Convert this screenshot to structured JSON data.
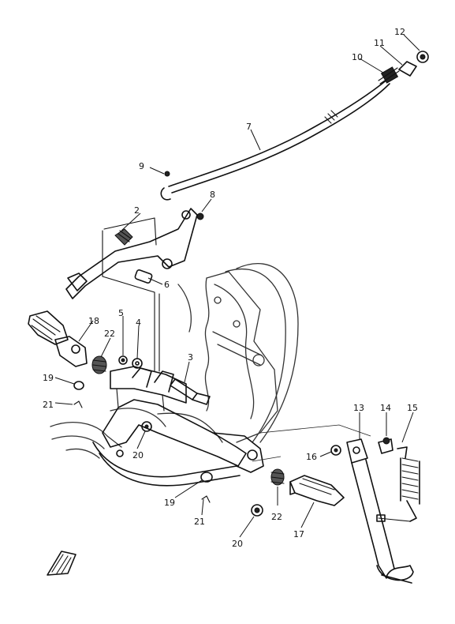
{
  "callouts": [
    {
      "id": "c1",
      "label": "12"
    },
    {
      "id": "c2",
      "label": "11"
    },
    {
      "id": "c3",
      "label": "10"
    },
    {
      "id": "c4",
      "label": "7"
    },
    {
      "id": "c5",
      "label": "9"
    },
    {
      "id": "c6",
      "label": "8"
    },
    {
      "id": "c7",
      "label": "2"
    },
    {
      "id": "c8",
      "label": "6"
    },
    {
      "id": "c9",
      "label": "18"
    },
    {
      "id": "c10",
      "label": "22"
    },
    {
      "id": "c11",
      "label": "5"
    },
    {
      "id": "c12",
      "label": "4"
    },
    {
      "id": "c13",
      "label": "3"
    },
    {
      "id": "c14",
      "label": "19"
    },
    {
      "id": "c15",
      "label": "21"
    },
    {
      "id": "c16",
      "label": "20"
    },
    {
      "id": "c17",
      "label": "13"
    },
    {
      "id": "c18",
      "label": "14"
    },
    {
      "id": "c19",
      "label": "15"
    },
    {
      "id": "c20",
      "label": "16"
    },
    {
      "id": "c21",
      "label": "19"
    },
    {
      "id": "c22",
      "label": "21"
    },
    {
      "id": "c23",
      "label": "22"
    },
    {
      "id": "c24",
      "label": "17"
    },
    {
      "id": "c25",
      "label": "20"
    }
  ],
  "colors": {
    "ink": "#111111",
    "paper": "#ffffff"
  },
  "icons": {
    "direction": "front-arrow-icon"
  }
}
